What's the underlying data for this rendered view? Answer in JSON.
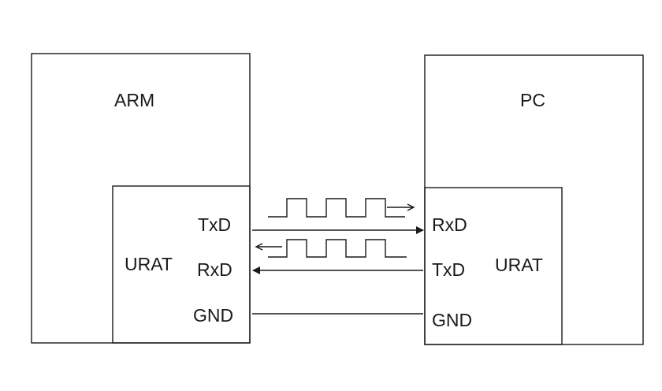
{
  "devices": {
    "arm": {
      "title": "ARM",
      "module": "URAT",
      "pins": {
        "txd": "TxD",
        "rxd": "RxD",
        "gnd": "GND"
      }
    },
    "pc": {
      "title": "PC",
      "module": "URAT",
      "pins": {
        "rxd": "RxD",
        "txd": "TxD",
        "gnd": "GND"
      }
    }
  },
  "colors": {
    "line": "#1a1a1a",
    "background": "#ffffff"
  }
}
